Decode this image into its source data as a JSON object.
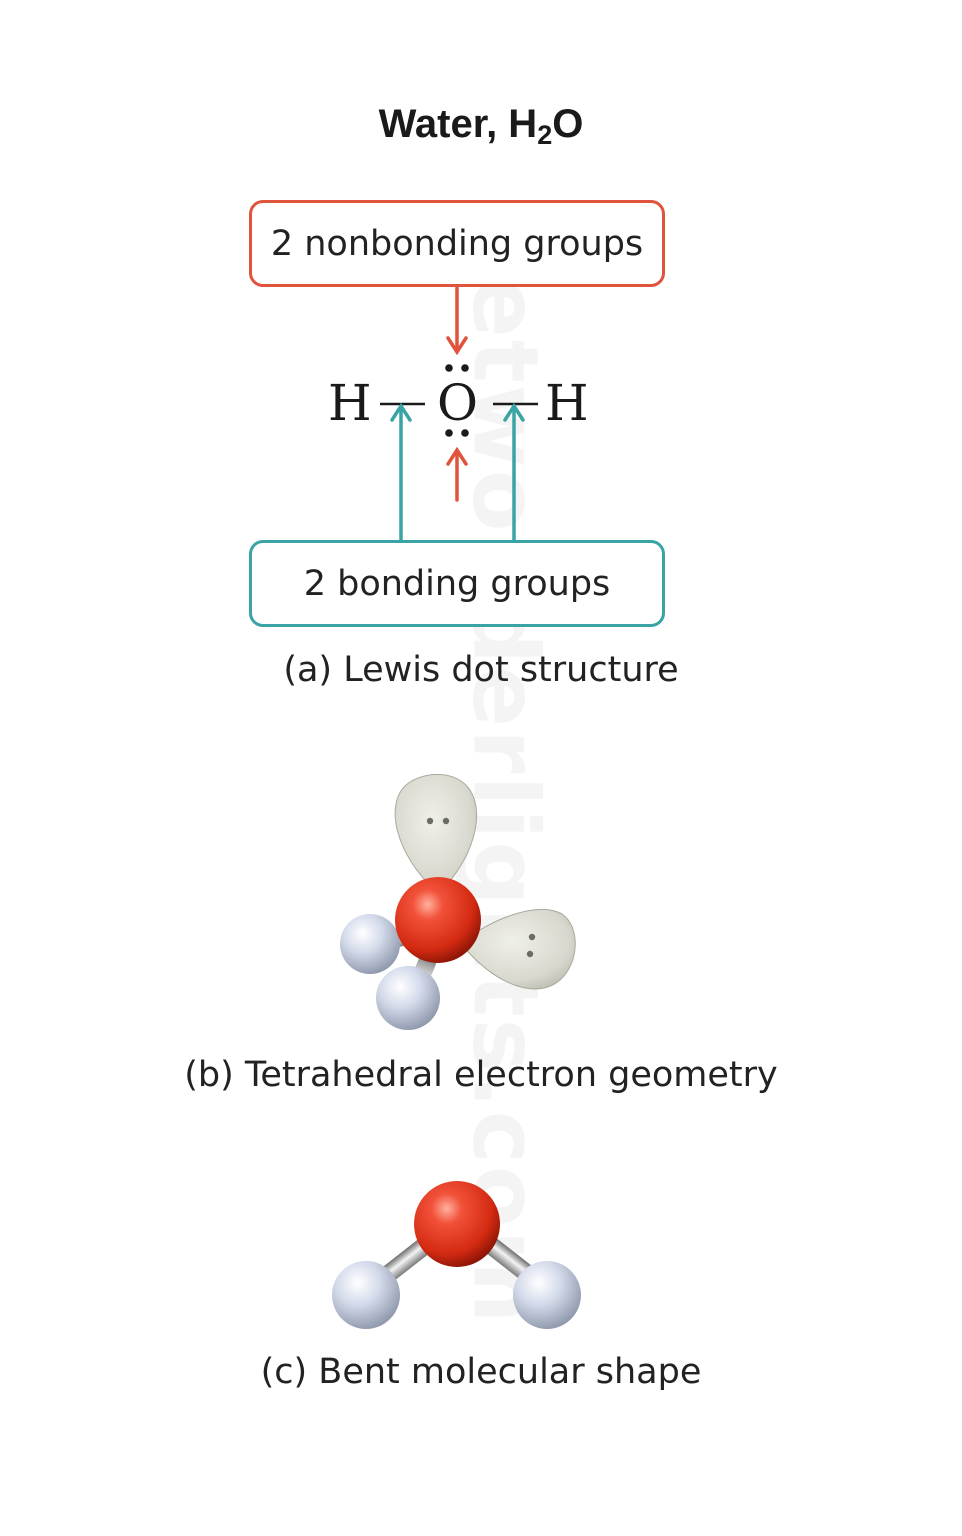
{
  "title": {
    "main": "Water, H",
    "subscript": "2",
    "suffix": "O"
  },
  "lewis": {
    "nonbonding_label": "2 nonbonding groups",
    "bonding_label": "2 bonding groups",
    "atoms": {
      "left_h": "H",
      "center_o": "O",
      "right_h": "H"
    },
    "caption": "(a) Lewis dot structure"
  },
  "geometry": {
    "caption": "(b) Tetrahedral electron geometry"
  },
  "shape": {
    "caption": "(c) Bent molecular shape"
  },
  "watermark": "netwonderlights.com",
  "colors": {
    "nonbonding_accent": "#e0533c",
    "bonding_accent": "#3aa3a6",
    "oxygen": "#e23a22",
    "hydrogen": "#c9d2e6",
    "lone_pair_lobe": "#dcdcd2"
  }
}
